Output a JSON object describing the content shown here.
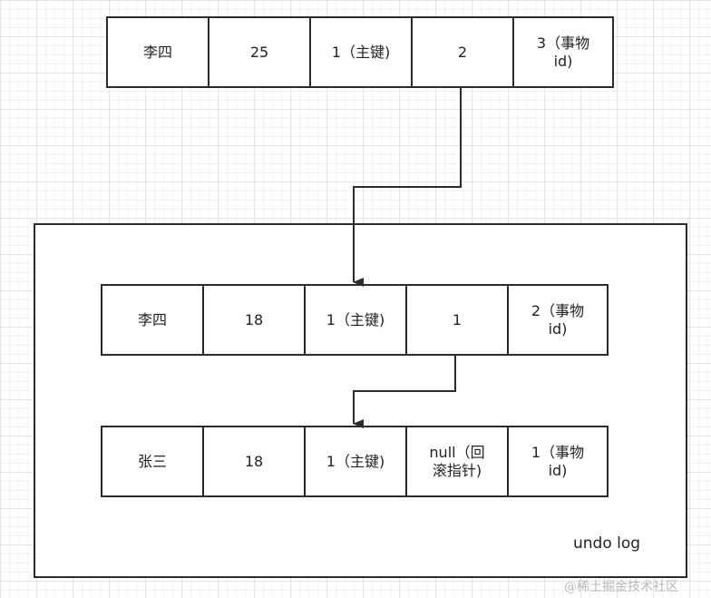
{
  "current_row": {
    "name": "李四",
    "age": "25",
    "primary_key": "1（主键)",
    "rollback_pointer": "2",
    "transaction_id": "3（事物\nid)"
  },
  "undo_log": {
    "label": "undo log",
    "rows": [
      {
        "name": "李四",
        "age": "18",
        "primary_key": "1（主键)",
        "rollback_pointer": "1",
        "transaction_id": "2（事物\nid)"
      },
      {
        "name": "张三",
        "age": "18",
        "primary_key": "1（主键)",
        "rollback_pointer": "null（回\n滚指针)",
        "transaction_id": "1（事物\nid)"
      }
    ]
  },
  "watermark": "@稀土掘金技术社区"
}
